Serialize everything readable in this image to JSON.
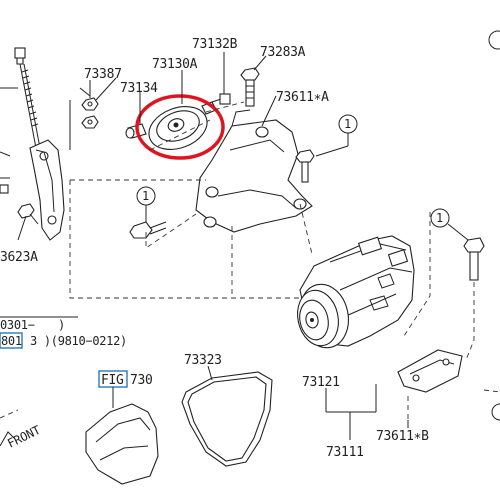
{
  "diagram": {
    "part_labels": {
      "p73132B": "73132B",
      "p73283A": "73283A",
      "p73387": "73387",
      "p73130A": "73130A",
      "p73134": "73134",
      "p73611A": "73611∗A",
      "p73623A": "3623A",
      "p73323": "73323",
      "p73121": "73121",
      "p73111": "73111",
      "p73611B": "73611∗B"
    },
    "note_lines": {
      "line1": "0301−　　)",
      "line2_box": "801",
      "line2_rest": "3 )(9810−0212)"
    },
    "fig_ref": {
      "box": "FIG",
      "num": "730"
    },
    "front_label": "FRONT",
    "callout": "1",
    "highlight_color": "#e0141e"
  }
}
